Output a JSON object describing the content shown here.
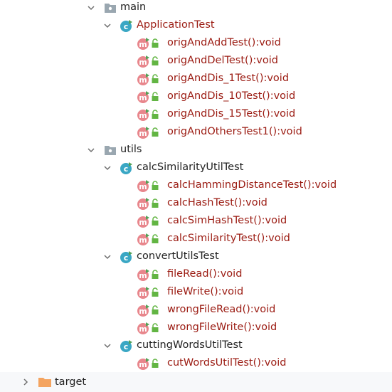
{
  "colors": {
    "test_name": "#9b1b12",
    "folder_text": "#222222",
    "class_icon": "#3aa7c4",
    "method_icon": "#e8868c",
    "run_arrow": "#53a157",
    "lock": "#62b543",
    "folder_gray": "#9aa7b0",
    "folder_orange": "#f4a460"
  },
  "tree": {
    "main_folder": {
      "label": "main",
      "icon": "package-folder-icon",
      "expanded": true
    },
    "application_test": {
      "label": "ApplicationTest",
      "icon": "test-class-icon",
      "methods": [
        {
          "label": "origAndAddTest():void"
        },
        {
          "label": "origAndDelTest():void"
        },
        {
          "label": "origAndDis_1Test():void"
        },
        {
          "label": "origAndDis_10Test():void"
        },
        {
          "label": "origAndDis_15Test():void"
        },
        {
          "label": "origAndOthersTest1():void"
        }
      ]
    },
    "utils_folder": {
      "label": "utils",
      "icon": "package-folder-icon",
      "expanded": true
    },
    "calc_similarity": {
      "label": "calcSimilarityUtilTest",
      "icon": "test-class-icon",
      "methods": [
        {
          "label": "calcHammingDistanceTest():void"
        },
        {
          "label": "calcHashTest():void"
        },
        {
          "label": "calcSimHashTest():void"
        },
        {
          "label": "calcSimilarityTest():void"
        }
      ]
    },
    "convert_utils": {
      "label": "convertUtilsTest",
      "icon": "test-class-icon",
      "methods": [
        {
          "label": "fileRead():void"
        },
        {
          "label": "fileWrite():void"
        },
        {
          "label": "wrongFileRead():void"
        },
        {
          "label": "wrongFileWrite():void"
        }
      ]
    },
    "cutting_words": {
      "label": "cuttingWordsUtilTest",
      "icon": "test-class-icon",
      "methods": [
        {
          "label": "cutWordsUtilTest():void"
        }
      ]
    },
    "target_folder": {
      "label": "target",
      "icon": "excluded-folder-icon",
      "expanded": false
    }
  }
}
